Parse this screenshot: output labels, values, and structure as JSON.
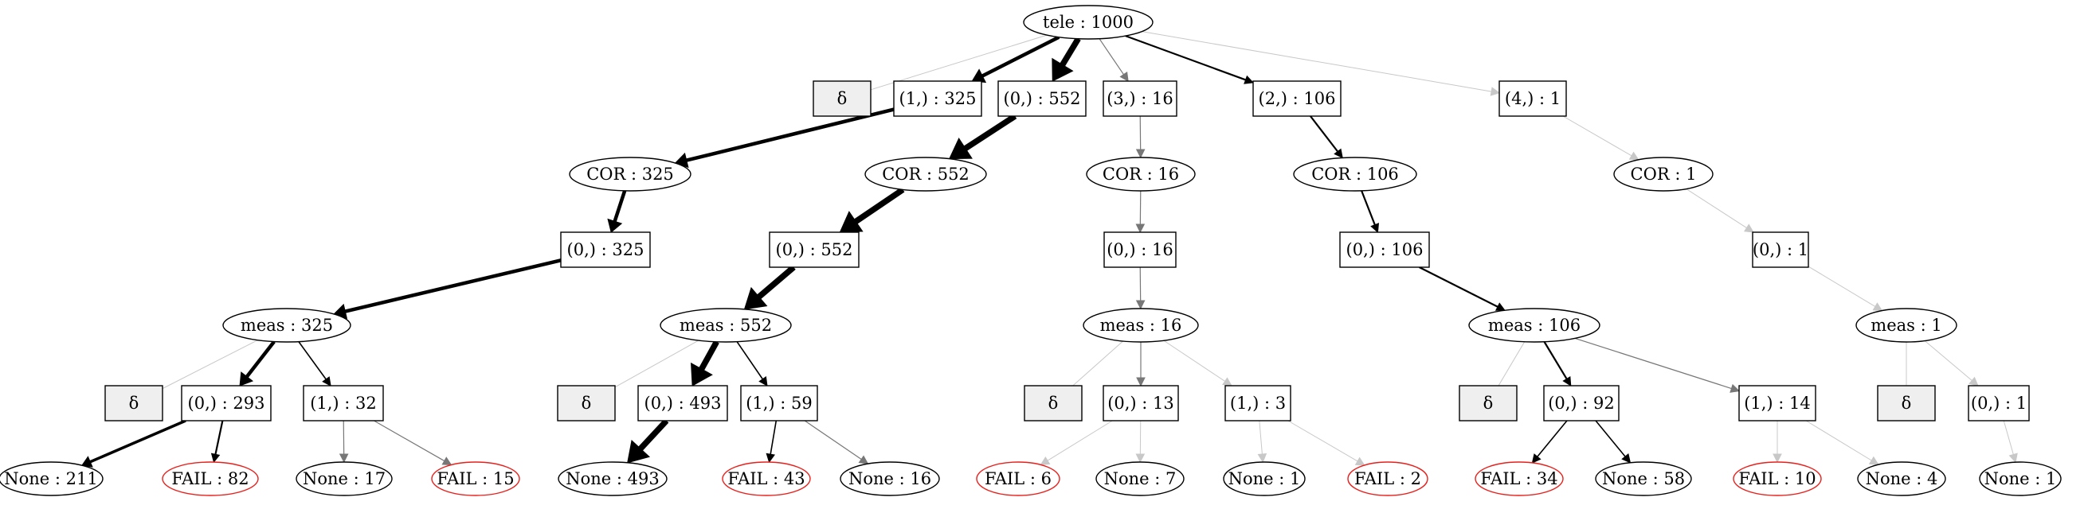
{
  "diagram": {
    "colors": {
      "node_stroke": "#000000",
      "fail_stroke": "#e8201c",
      "delta_fill": "#efefef",
      "light_edge": "#c8c8c8",
      "dark_edge": "#000000"
    },
    "nodes": [
      {
        "id": "root",
        "shape": "ellipse",
        "label": "tele : 1000"
      },
      {
        "id": "d0",
        "shape": "box",
        "label": "δ",
        "fill": "delta"
      },
      {
        "id": "a1",
        "shape": "box",
        "label": "(1,) : 325"
      },
      {
        "id": "a0",
        "shape": "box",
        "label": "(0,) : 552"
      },
      {
        "id": "a3",
        "shape": "box",
        "label": "(3,) : 16"
      },
      {
        "id": "a2",
        "shape": "box",
        "label": "(2,) : 106"
      },
      {
        "id": "a4",
        "shape": "box",
        "label": "(4,) : 1"
      },
      {
        "id": "c1",
        "shape": "ellipse",
        "label": "COR : 325"
      },
      {
        "id": "c0",
        "shape": "ellipse",
        "label": "COR : 552"
      },
      {
        "id": "c3",
        "shape": "ellipse",
        "label": "COR : 16"
      },
      {
        "id": "c2",
        "shape": "ellipse",
        "label": "COR : 106"
      },
      {
        "id": "c4",
        "shape": "ellipse",
        "label": "COR : 1"
      },
      {
        "id": "p1",
        "shape": "box",
        "label": "(0,) : 325"
      },
      {
        "id": "p0",
        "shape": "box",
        "label": "(0,) : 552"
      },
      {
        "id": "p3",
        "shape": "box",
        "label": "(0,) : 16"
      },
      {
        "id": "p2",
        "shape": "box",
        "label": "(0,) : 106"
      },
      {
        "id": "p4",
        "shape": "box",
        "label": "(0,) : 1"
      },
      {
        "id": "m1",
        "shape": "ellipse",
        "label": "meas : 325"
      },
      {
        "id": "m0",
        "shape": "ellipse",
        "label": "meas : 552"
      },
      {
        "id": "m3",
        "shape": "ellipse",
        "label": "meas : 16"
      },
      {
        "id": "m2",
        "shape": "ellipse",
        "label": "meas : 106"
      },
      {
        "id": "m4",
        "shape": "ellipse",
        "label": "meas : 1"
      },
      {
        "id": "d1",
        "shape": "box",
        "label": "δ",
        "fill": "delta"
      },
      {
        "id": "o1a",
        "shape": "box",
        "label": "(0,) : 293"
      },
      {
        "id": "o1b",
        "shape": "box",
        "label": "(1,) : 32"
      },
      {
        "id": "d2",
        "shape": "box",
        "label": "δ",
        "fill": "delta"
      },
      {
        "id": "o0a",
        "shape": "box",
        "label": "(0,) : 493"
      },
      {
        "id": "o0b",
        "shape": "box",
        "label": "(1,) : 59"
      },
      {
        "id": "d3",
        "shape": "box",
        "label": "δ",
        "fill": "delta"
      },
      {
        "id": "o3a",
        "shape": "box",
        "label": "(0,) : 13"
      },
      {
        "id": "o3b",
        "shape": "box",
        "label": "(1,) : 3"
      },
      {
        "id": "d4",
        "shape": "box",
        "label": "δ",
        "fill": "delta"
      },
      {
        "id": "o2a",
        "shape": "box",
        "label": "(0,) : 92"
      },
      {
        "id": "o2b",
        "shape": "box",
        "label": "(1,) : 14"
      },
      {
        "id": "d5",
        "shape": "box",
        "label": "δ",
        "fill": "delta"
      },
      {
        "id": "o4a",
        "shape": "box",
        "label": "(0,) : 1"
      },
      {
        "id": "l1",
        "shape": "ellipse",
        "label": "None : 211"
      },
      {
        "id": "l2",
        "shape": "ellipse",
        "label": "FAIL : 82",
        "fail": true
      },
      {
        "id": "l3",
        "shape": "ellipse",
        "label": "None : 17"
      },
      {
        "id": "l4",
        "shape": "ellipse",
        "label": "FAIL : 15",
        "fail": true
      },
      {
        "id": "l5",
        "shape": "ellipse",
        "label": "None : 493"
      },
      {
        "id": "l6",
        "shape": "ellipse",
        "label": "FAIL : 43",
        "fail": true
      },
      {
        "id": "l7",
        "shape": "ellipse",
        "label": "None : 16"
      },
      {
        "id": "l8",
        "shape": "ellipse",
        "label": "FAIL : 6",
        "fail": true
      },
      {
        "id": "l9",
        "shape": "ellipse",
        "label": "None : 7"
      },
      {
        "id": "l10",
        "shape": "ellipse",
        "label": "None : 1"
      },
      {
        "id": "l11",
        "shape": "ellipse",
        "label": "FAIL : 2",
        "fail": true
      },
      {
        "id": "l12",
        "shape": "ellipse",
        "label": "FAIL : 34",
        "fail": true
      },
      {
        "id": "l13",
        "shape": "ellipse",
        "label": "None : 58"
      },
      {
        "id": "l14",
        "shape": "ellipse",
        "label": "FAIL : 10",
        "fail": true
      },
      {
        "id": "l15",
        "shape": "ellipse",
        "label": "None : 4"
      },
      {
        "id": "l16",
        "shape": "ellipse",
        "label": "None : 1"
      }
    ],
    "edges": [
      {
        "from": "root",
        "to": "d0",
        "weight": 0
      },
      {
        "from": "root",
        "to": "a1",
        "weight": 325
      },
      {
        "from": "root",
        "to": "a0",
        "weight": 552
      },
      {
        "from": "root",
        "to": "a3",
        "weight": 16
      },
      {
        "from": "root",
        "to": "a2",
        "weight": 106
      },
      {
        "from": "root",
        "to": "a4",
        "weight": 1
      },
      {
        "from": "a1",
        "to": "c1",
        "weight": 325
      },
      {
        "from": "a0",
        "to": "c0",
        "weight": 552
      },
      {
        "from": "a3",
        "to": "c3",
        "weight": 16
      },
      {
        "from": "a2",
        "to": "c2",
        "weight": 106
      },
      {
        "from": "a4",
        "to": "c4",
        "weight": 1
      },
      {
        "from": "c1",
        "to": "p1",
        "weight": 325
      },
      {
        "from": "c0",
        "to": "p0",
        "weight": 552
      },
      {
        "from": "c3",
        "to": "p3",
        "weight": 16
      },
      {
        "from": "c2",
        "to": "p2",
        "weight": 106
      },
      {
        "from": "c4",
        "to": "p4",
        "weight": 1
      },
      {
        "from": "p1",
        "to": "m1",
        "weight": 325
      },
      {
        "from": "p0",
        "to": "m0",
        "weight": 552
      },
      {
        "from": "p3",
        "to": "m3",
        "weight": 16
      },
      {
        "from": "p2",
        "to": "m2",
        "weight": 106
      },
      {
        "from": "p4",
        "to": "m4",
        "weight": 1
      },
      {
        "from": "m1",
        "to": "d1",
        "weight": 0
      },
      {
        "from": "m1",
        "to": "o1a",
        "weight": 293
      },
      {
        "from": "m1",
        "to": "o1b",
        "weight": 32
      },
      {
        "from": "m0",
        "to": "d2",
        "weight": 0
      },
      {
        "from": "m0",
        "to": "o0a",
        "weight": 493
      },
      {
        "from": "m0",
        "to": "o0b",
        "weight": 59
      },
      {
        "from": "m3",
        "to": "d3",
        "weight": 0
      },
      {
        "from": "m3",
        "to": "o3a",
        "weight": 13
      },
      {
        "from": "m3",
        "to": "o3b",
        "weight": 3
      },
      {
        "from": "m2",
        "to": "d4",
        "weight": 0
      },
      {
        "from": "m2",
        "to": "o2a",
        "weight": 92
      },
      {
        "from": "m2",
        "to": "o2b",
        "weight": 14
      },
      {
        "from": "m4",
        "to": "d5",
        "weight": 0
      },
      {
        "from": "m4",
        "to": "o4a",
        "weight": 1
      },
      {
        "from": "o1a",
        "to": "l1",
        "weight": 211
      },
      {
        "from": "o1a",
        "to": "l2",
        "weight": 82
      },
      {
        "from": "o1b",
        "to": "l3",
        "weight": 17
      },
      {
        "from": "o1b",
        "to": "l4",
        "weight": 15
      },
      {
        "from": "o0a",
        "to": "l5",
        "weight": 493
      },
      {
        "from": "o0b",
        "to": "l6",
        "weight": 43
      },
      {
        "from": "o0b",
        "to": "l7",
        "weight": 16
      },
      {
        "from": "o3a",
        "to": "l8",
        "weight": 6
      },
      {
        "from": "o3a",
        "to": "l9",
        "weight": 7
      },
      {
        "from": "o3b",
        "to": "l10",
        "weight": 1
      },
      {
        "from": "o3b",
        "to": "l11",
        "weight": 2
      },
      {
        "from": "o2a",
        "to": "l12",
        "weight": 34
      },
      {
        "from": "o2a",
        "to": "l13",
        "weight": 58
      },
      {
        "from": "o2b",
        "to": "l14",
        "weight": 10
      },
      {
        "from": "o2b",
        "to": "l15",
        "weight": 4
      },
      {
        "from": "o4a",
        "to": "l16",
        "weight": 1
      }
    ]
  }
}
